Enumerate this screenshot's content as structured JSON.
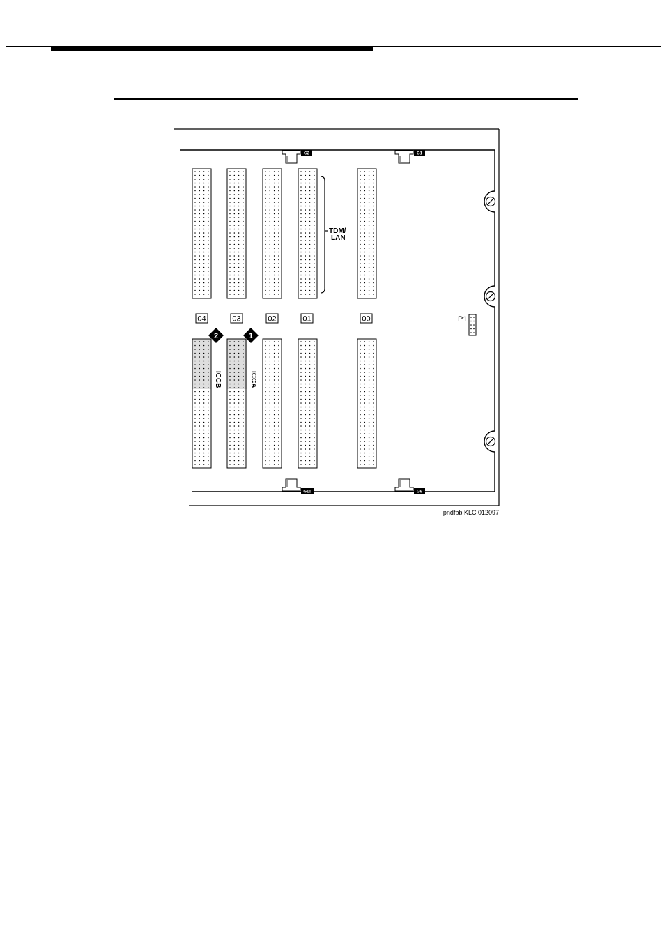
{
  "figure": {
    "slots": [
      {
        "label": "04"
      },
      {
        "label": "03"
      },
      {
        "label": "02"
      },
      {
        "label": "01"
      },
      {
        "label": "00"
      }
    ],
    "bus_label_line1": "TDM/",
    "bus_label_line2": "LAN",
    "connector_labels": {
      "top_left": "G2",
      "top_right": "G1",
      "bottom_left": "G10",
      "bottom_right": "G9"
    },
    "p1_label": "P1",
    "callouts": [
      {
        "number": "2",
        "label": "ICCB"
      },
      {
        "number": "1",
        "label": "ICCA"
      }
    ],
    "source_code": "pndfbb KLC 012097"
  }
}
